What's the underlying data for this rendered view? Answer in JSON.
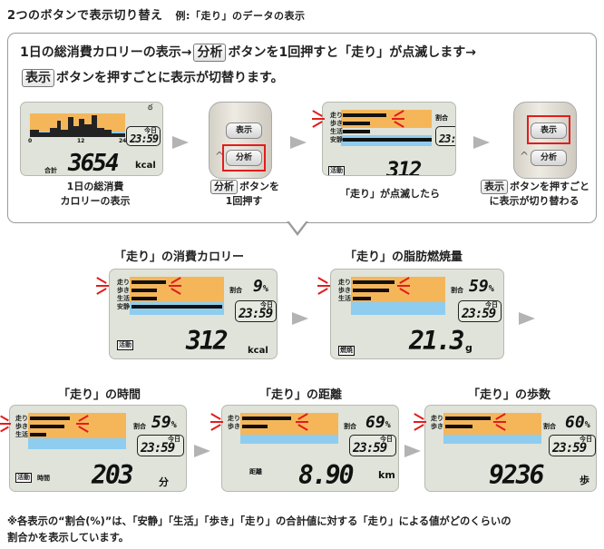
{
  "header": {
    "title": "2つのボタンで表示切り替え",
    "example": "例:「走り」のデータの表示"
  },
  "instructions": {
    "line1_a": "1日の総消費カロリーの表示→",
    "line1_btn": "分析",
    "line1_b": "ボタンを1回押すと「走り」が点滅します→",
    "line2_btn": "表示",
    "line2_b": "ボタンを押すごとに表示が切替ります。"
  },
  "steps": {
    "s1_caption": [
      "1日の総消費",
      "カロリーの表示"
    ],
    "s2_btn": "分析",
    "s2_caption_a": "ボタンを",
    "s2_caption_b": "1回押す",
    "s3_caption": "「走り」が点滅したら",
    "s4_btn": "表示",
    "s4_caption_a": "ボタンを押すごと",
    "s4_caption_b": "に表示が切り替わる"
  },
  "device": {
    "btn_show": "表示",
    "btn_analyze": "分析",
    "caret": "^"
  },
  "lcd_common": {
    "today": "今日",
    "time": "23:59",
    "ratio": "割合",
    "rows4": [
      "走り",
      "歩き",
      "生活",
      "安静"
    ],
    "rows3": [
      "走り",
      "歩き",
      "生活"
    ],
    "rows2": [
      "走り",
      "歩き"
    ]
  },
  "lcd_calorie": {
    "total": "合計",
    "value": "3654",
    "unit": "kcal",
    "ticks": [
      "0",
      "12",
      "24"
    ],
    "time": "23:59"
  },
  "lcd_flash": {
    "value": "312",
    "mode": "活動"
  },
  "panels": [
    {
      "title": "「走り」の消費カロリー",
      "pct": "9",
      "value": "312",
      "unit": "kcal",
      "mode": "活動"
    },
    {
      "title": "「走り」の脂肪燃焼量",
      "pct": "59",
      "value": "21.3",
      "unit": "g",
      "mode": "燃焼"
    },
    {
      "title": "「走り」の時間",
      "pct": "59",
      "value": "203",
      "unit": "分",
      "mode": "活動",
      "sub": "時間"
    },
    {
      "title": "「走り」の距離",
      "pct": "69",
      "value": "8.90",
      "unit": "km",
      "sub": "距離"
    },
    {
      "title": "「走り」の歩数",
      "pct": "60",
      "value": "9236",
      "unit": "歩"
    }
  ],
  "pct_symbol": "%",
  "note": {
    "line1": "※各表示の“割合(%)”は、「安静」「生活」「歩き」「走り」の合計値に対する「走り」による値がどのくらいの",
    "line2": "割合かを表示しています。"
  }
}
